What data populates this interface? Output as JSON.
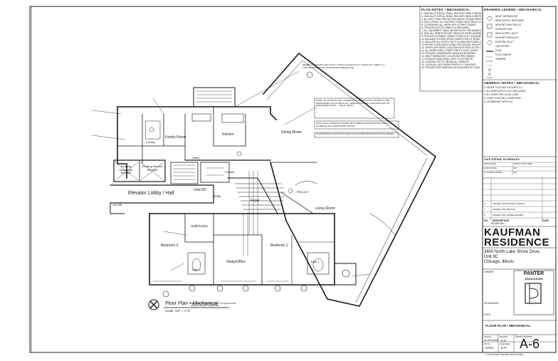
{
  "plan_notes": {
    "title": "PLAN NOTES • MECHANICAL",
    "lines": [
      "1. NEW DUCT INSTALL SHALL RUN WITH NEW CONSTRUCTION.",
      "2. NEW DUCT INSTALL SHALL RUN WITH NEW CONSTRUCTION.",
      "3. ALL DUCT SHALL BE ROUTED ABOVE CEILING WHERE POSSIBLE.",
      "4. FIELD VERIFY ALL EXISTING CONDITIONS PRIOR TO WORK.",
      "5. COORDINATE ALL WORK WITH OTHER TRADES.",
      "6. PROVIDE ACCESS PANELS AS REQUIRED.",
      "7. ALL EQUIPMENT SHALL BE INSTALLED PER MANUFACTURER.",
      "8. SEAL ALL PENETRATIONS THROUGH RATED ASSEMBLIES.",
      "9. PROVIDE FLEXIBLE CONNECTIONS AT ALL EQUIPMENT.",
      "10. BALANCE SYSTEM UPON COMPLETION OF WORK.",
      "11. INSULATE ALL SUPPLY DUCT IN UNCONDITIONED SPACE.",
      "12. REFER TO ARCHITECTURAL FOR CEILING HEIGHTS.",
      "13. VERIFY DIFFUSER LOCATIONS WITH REFLECTED CEILING.",
      "14. ALL WORK SHALL COMPLY WITH LOCAL CODES.",
      "15. PROVIDE CONDENSATE DRAIN AS REQUIRED.",
      "16. NEW THERMOSTAT LOCATIONS PER OWNER.",
      "17. EXHAUST FANS SHALL VENT TO EXTERIOR.",
      "18. CONTRACTOR TO OBTAIN ALL PERMITS.",
      "19. CLEAN ALL DUCTWORK PRIOR TO TURNOVER.",
      "20. PROVIDE FIRE DAMPERS AS REQUIRED BY CODE."
    ]
  },
  "legend": {
    "title": "DRAWING LEGEND • MECHANICAL",
    "items": [
      "NEW THERMOSTAT",
      "NEW SUPPLY DIFFUSER",
      "NEW RETURN GRILLE",
      "EXHAUST FAN",
      "NEW SUPPLY DUCT",
      "NEW RETURN DUCT",
      "EXISTING DUCT",
      "GAS PIPING",
      "FLUE",
      "COLD WATER",
      "DAMPER"
    ]
  },
  "general_notes": {
    "title": "GENERAL NOTES • MECHANICAL",
    "lines": [
      "1. REFER TO NOTES ON SHEET A-1.",
      "2. ALL NEW SUPPLY DUCT INSULATED.",
      "3. ALL WORK PER LOCAL CODE.",
      "4. VERIFY EXISTING CONDITIONS.",
      "5. COORDINATE WITH G.C."
    ]
  },
  "gas_schedule": {
    "title": "GAS PIPING SCHEDULE",
    "headers": [
      "APPLIANCE",
      "SUPPLY PIPE SIZE"
    ],
    "rows": [
      [
        "GAS RANGE",
        "3/4\""
      ],
      [
        "CLOTHES DRYER",
        "3/4\""
      ]
    ]
  },
  "revisions": {
    "rows": [
      [
        "8",
        "ISSUED FOR BUILDING PERMIT"
      ],
      [
        "7",
        "ISSUED FOR PRICING"
      ],
      [
        "6",
        "ISSUED FOR OWNER REVIEW"
      ]
    ],
    "headers": [
      "NO.",
      "DESCRIPTION",
      "DATE"
    ],
    "footer": "REVISIONS"
  },
  "project": {
    "name_line1": "KAUFMAN",
    "name_line2": "RESIDENCE",
    "address1": "3800 North Lake Shore Drive,",
    "address2": "Unit 8C",
    "address3": "Chicago, Illinois",
    "firm_line1": "PANTER",
    "firm_line2": "ASSOCIATES",
    "sheet_title": "FLOOR PLAN • MECHANICAL",
    "sheet_number_label": "Sheet Number:",
    "sheet_number": "A-6",
    "scale_label": "SCALE:",
    "scale": "AS SHOWN",
    "date_label": "DATE:",
    "date": "07/01",
    "drawn_label": "DRAWN:",
    "drawn": "K.K.",
    "checked_label": "CHECKED:",
    "checked": "D.P.",
    "copyright": "© COPYRIGHT PANTER ASSOCIATES"
  },
  "stamps": {
    "label1": "OWNER:",
    "label2": "SIGNATURE:",
    "label3": "DATE:"
  },
  "plan": {
    "rooms": {
      "family_room": "Family Room",
      "kitchen": "Kitchen",
      "dining_room": "Dining Room",
      "foyer": "Foyer",
      "entry": "Entry",
      "living_room": "Living Room",
      "bedroom2": "Bedroom 2",
      "bedroom1": "Bedroom 1",
      "study": "Study/Office",
      "hall_closets": "Hall/Closets",
      "bath2": "Bath 2",
      "bath1": "Bath 1",
      "elevator_lobby": "Elevator Lobby / Hall",
      "unit_8c": "Unit 8C",
      "unit_8b": "Unit 8B",
      "existing_passenger": "Existing Passenger Elevator",
      "existing_service": "Existing Service Elevator",
      "powder": "Powder",
      "laundry": "Laundry",
      "pantry": "Pantry",
      "trolley": "TROLLEY"
    },
    "note_box": "NOTE: ALL EXISTING WALL SURFACES/CONSTRUCTION SHOWN TO BE DEMOLISHED ON FLOOR PLAN • DEMOLITION AND CONSTRUCTION OF FIRE-RATED SHAFT ... FIELD VERIFY.",
    "note_insulate": "INSULATE ALL NEW DUCTWORK WITH FIBERGLASS INSULATION WITH ALUMINUM FOIL SKIN/VAPOR FACING.",
    "note_coordinate": "COORDINATE LOCATION OF NEW GAS DISTRIBUTION PIPING WITH OWNER.",
    "note_top": "REFER TO BUILDING KEY PLAN / TYPICAL FLOOR PLAN / SITE PLAN, SHEET A-1, FOR CONSTRUCTION OF EXISTING FIRE ESCAPE",
    "title": "Floor Plan • Mechanical",
    "scale": "Scale: 1/4\" = 1'-0\"",
    "title_note": "ALL DIMENSIONS ARE GIVEN TO FINISH FACES UNLESS NOTED OTHERWISE"
  }
}
